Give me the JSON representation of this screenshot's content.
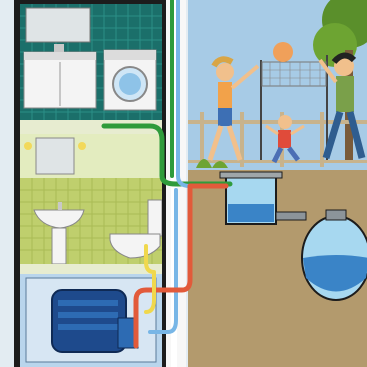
{
  "scene": {
    "rooms": [
      "kitchen-laundry",
      "bathroom",
      "basement-pump-room"
    ],
    "outdoor": [
      "children-and-adults-playing",
      "volleyball-net",
      "trees",
      "fence"
    ],
    "underground": [
      "inspection-chamber",
      "septic-tank"
    ]
  },
  "colors": {
    "background": "#dfe8f0",
    "building_frame": "#1c1c1c",
    "sky": "#a7cbe6",
    "ground": "#b39a6d",
    "tile_kitchen": "#1b6f6a",
    "tile_bathroom": "#bfcf6d",
    "basement": "#1e4a8c",
    "water": "#3a84c7",
    "pipe_green": "#2f9b3b",
    "pipe_red": "#e25a3a",
    "pipe_blue": "#78b6e6",
    "pipe_yellow": "#f0d84d",
    "pipe_white": "#ffffff"
  }
}
